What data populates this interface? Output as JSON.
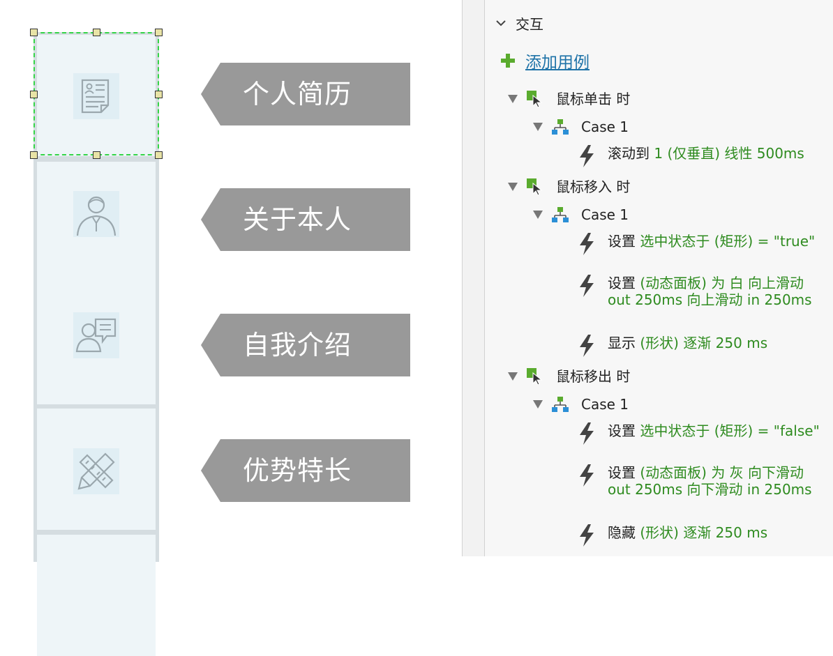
{
  "colors": {
    "tag_fill": "#999999",
    "selection": "#34d447",
    "link": "#1f73a8",
    "action_green": "#2e8b1f"
  },
  "canvas": {
    "cells": [
      {
        "icon": "resume-document-icon"
      },
      {
        "icon": "person-avatar-icon"
      },
      {
        "icon": "person-chat-icon"
      },
      {
        "icon": "pencil-ruler-icon"
      },
      {
        "icon": ""
      }
    ],
    "tags": [
      "个人简历",
      "关于本人",
      "自我介绍",
      "优势特长"
    ]
  },
  "panel": {
    "section_title": "交互",
    "add_case": "添加用例",
    "events": [
      {
        "label": "鼠标单击 时",
        "case": "Case 1",
        "actions": [
          {
            "verb": "滚动到",
            "target": "1 (仅垂直) 线性 500ms"
          }
        ]
      },
      {
        "label": "鼠标移入 时",
        "case": "Case 1",
        "actions": [
          {
            "verb": "设置",
            "target": "选中状态于 (矩形) = \"true\""
          },
          {
            "verb": "设置",
            "target": "(动态面板) 为 白 向上滑动 out 250ms 向上滑动 in 250ms"
          },
          {
            "verb": "显示",
            "target": "(形状) 逐渐 250 ms"
          }
        ]
      },
      {
        "label": "鼠标移出 时",
        "case": "Case 1",
        "actions": [
          {
            "verb": "设置",
            "target": "选中状态于 (矩形) = \"false\""
          },
          {
            "verb": "设置",
            "target": "(动态面板) 为 灰 向下滑动 out 250ms 向下滑动 in 250ms"
          },
          {
            "verb": "隐藏",
            "target": "(形状) 逐渐 250 ms"
          }
        ]
      }
    ]
  }
}
